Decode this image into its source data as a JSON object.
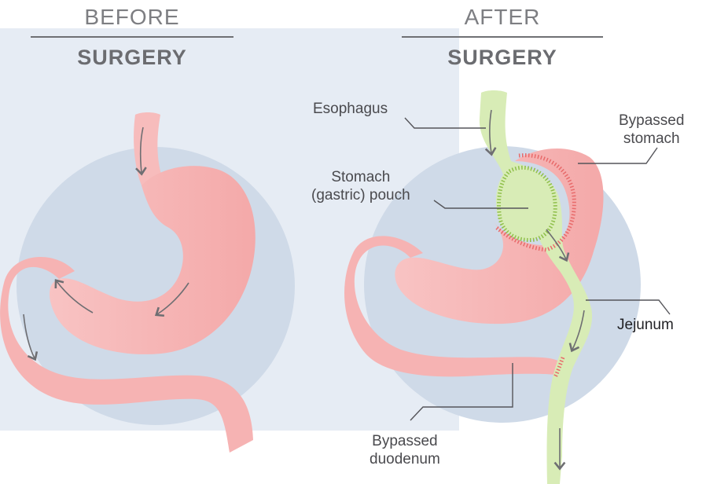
{
  "before": {
    "top": "BEFORE",
    "bottom": "SURGERY"
  },
  "after": {
    "top": "AFTER",
    "bottom": "SURGERY"
  },
  "labels": {
    "esophagus": "Esophagus",
    "bypassed_stomach_1": "Bypassed",
    "bypassed_stomach_2": "stomach",
    "pouch_1": "Stomach",
    "pouch_2": "(gastric) pouch",
    "jejunum": "Jejunum",
    "duodenum_1": "Bypassed",
    "duodenum_2": "duodenum"
  },
  "colors": {
    "panel": "#e6ecf4",
    "circle": "#cfdae8",
    "stomach": "#f6b8b8",
    "stomach_dark": "#f29e9e",
    "intestine": "#d8ecb6",
    "stitch_green": "#8fbf4a",
    "stitch_red": "#e86a6a",
    "arrow": "#6e6e72",
    "leader": "#55555a"
  }
}
